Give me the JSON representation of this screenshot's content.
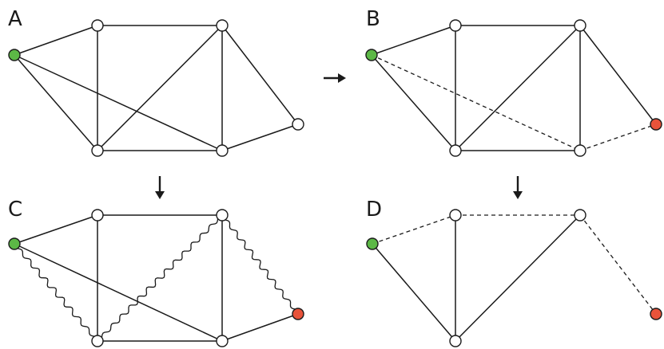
{
  "panels": [
    {
      "label": "A",
      "nodes": [
        {
          "id": "s",
          "type": "green"
        },
        {
          "id": "t1",
          "type": "white"
        },
        {
          "id": "t2",
          "type": "white"
        },
        {
          "id": "b1",
          "type": "white"
        },
        {
          "id": "b2",
          "type": "white"
        },
        {
          "id": "r",
          "type": "white"
        }
      ],
      "edges": [
        {
          "from": "s",
          "to": "t1",
          "style": "solid"
        },
        {
          "from": "s",
          "to": "b1",
          "style": "solid"
        },
        {
          "from": "s",
          "to": "b2",
          "style": "solid"
        },
        {
          "from": "t1",
          "to": "t2",
          "style": "solid"
        },
        {
          "from": "t1",
          "to": "b1",
          "style": "solid"
        },
        {
          "from": "t2",
          "to": "b1",
          "style": "solid"
        },
        {
          "from": "t2",
          "to": "b2",
          "style": "solid"
        },
        {
          "from": "t2",
          "to": "r",
          "style": "solid"
        },
        {
          "from": "b1",
          "to": "b2",
          "style": "solid"
        },
        {
          "from": "b2",
          "to": "r",
          "style": "solid"
        }
      ]
    },
    {
      "label": "B",
      "nodes": [
        {
          "id": "s",
          "type": "green"
        },
        {
          "id": "t1",
          "type": "white"
        },
        {
          "id": "t2",
          "type": "white"
        },
        {
          "id": "b1",
          "type": "white"
        },
        {
          "id": "b2",
          "type": "white"
        },
        {
          "id": "r",
          "type": "red"
        }
      ],
      "edges": [
        {
          "from": "s",
          "to": "t1",
          "style": "solid"
        },
        {
          "from": "s",
          "to": "b1",
          "style": "solid"
        },
        {
          "from": "s",
          "to": "b2",
          "style": "dashed"
        },
        {
          "from": "t1",
          "to": "t2",
          "style": "solid"
        },
        {
          "from": "t1",
          "to": "b1",
          "style": "solid"
        },
        {
          "from": "t2",
          "to": "b1",
          "style": "solid"
        },
        {
          "from": "t2",
          "to": "b2",
          "style": "solid"
        },
        {
          "from": "t2",
          "to": "r",
          "style": "solid"
        },
        {
          "from": "b1",
          "to": "b2",
          "style": "solid"
        },
        {
          "from": "b2",
          "to": "r",
          "style": "dashed"
        }
      ]
    },
    {
      "label": "C",
      "nodes": [
        {
          "id": "s",
          "type": "green"
        },
        {
          "id": "t1",
          "type": "white"
        },
        {
          "id": "t2",
          "type": "white"
        },
        {
          "id": "b1",
          "type": "white"
        },
        {
          "id": "b2",
          "type": "white"
        },
        {
          "id": "r",
          "type": "red"
        }
      ],
      "edges": [
        {
          "from": "s",
          "to": "t1",
          "style": "solid"
        },
        {
          "from": "s",
          "to": "b1",
          "style": "wavy"
        },
        {
          "from": "s",
          "to": "b2",
          "style": "solid"
        },
        {
          "from": "t1",
          "to": "t2",
          "style": "solid"
        },
        {
          "from": "t1",
          "to": "b1",
          "style": "solid"
        },
        {
          "from": "t2",
          "to": "b1",
          "style": "wavy"
        },
        {
          "from": "t2",
          "to": "b2",
          "style": "solid"
        },
        {
          "from": "t2",
          "to": "r",
          "style": "wavy"
        },
        {
          "from": "b1",
          "to": "b2",
          "style": "solid"
        },
        {
          "from": "b2",
          "to": "r",
          "style": "solid"
        }
      ]
    },
    {
      "label": "D",
      "nodes": [
        {
          "id": "s",
          "type": "green"
        },
        {
          "id": "t1",
          "type": "white"
        },
        {
          "id": "t2",
          "type": "white"
        },
        {
          "id": "b1",
          "type": "white"
        },
        {
          "id": "r",
          "type": "red"
        }
      ],
      "edges": [
        {
          "from": "s",
          "to": "t1",
          "style": "dashed"
        },
        {
          "from": "s",
          "to": "b1",
          "style": "solid"
        },
        {
          "from": "t1",
          "to": "t2",
          "style": "dashed"
        },
        {
          "from": "t1",
          "to": "b1",
          "style": "solid"
        },
        {
          "from": "t2",
          "to": "b1",
          "style": "solid"
        },
        {
          "from": "t2",
          "to": "r",
          "style": "dashed"
        }
      ]
    }
  ],
  "arrows": [
    {
      "from": "A",
      "to": "B",
      "direction": "right"
    },
    {
      "from": "A",
      "to": "C",
      "direction": "down"
    },
    {
      "from": "B",
      "to": "D",
      "direction": "down"
    }
  ],
  "colors": {
    "green": "#5cb846",
    "red": "#e8533a",
    "white": "#ffffff",
    "stroke": "#1a1a1a"
  }
}
